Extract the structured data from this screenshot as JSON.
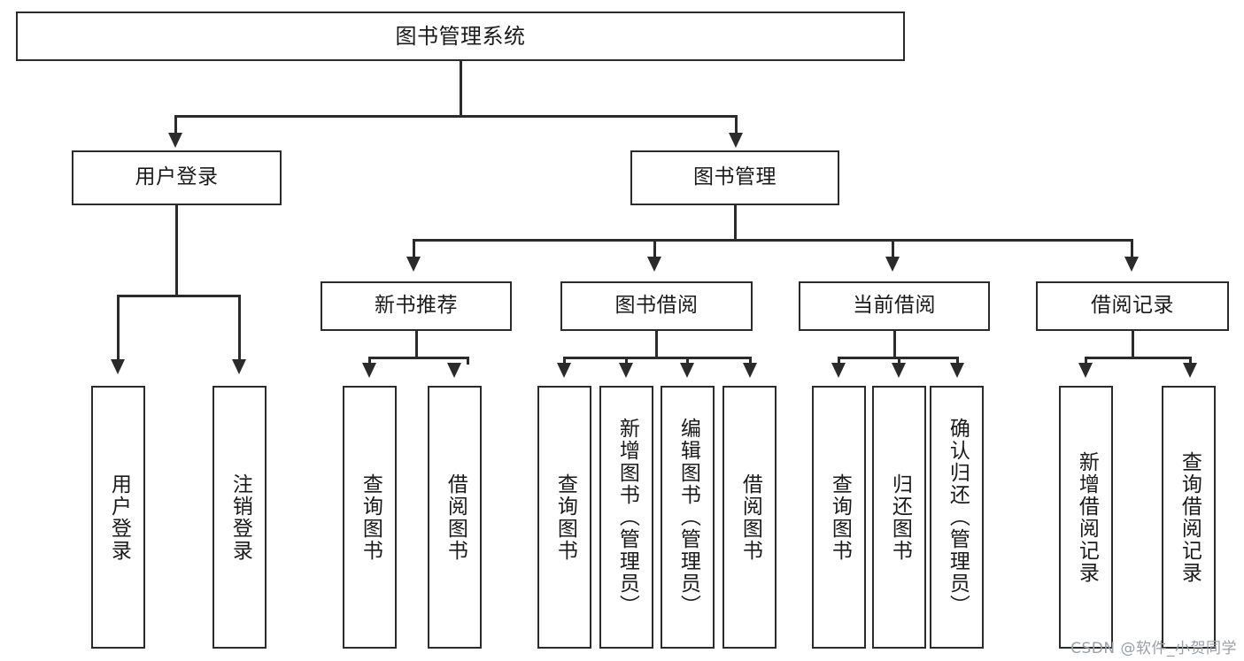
{
  "diagram": {
    "title": "图书管理系统",
    "type": "tree-hierarchy-diagram",
    "root": {
      "label": "图书管理系统"
    },
    "level2": [
      {
        "label": "用户登录"
      },
      {
        "label": "图书管理"
      }
    ],
    "level3": [
      {
        "label": "新书推荐"
      },
      {
        "label": "图书借阅"
      },
      {
        "label": "当前借阅"
      },
      {
        "label": "借阅记录"
      }
    ],
    "leaves": {
      "user_login": [
        {
          "label": "用户登录"
        },
        {
          "label": "注销登录"
        }
      ],
      "new_book_recommend": [
        {
          "label": "查询图书"
        },
        {
          "label": "借阅图书"
        }
      ],
      "book_borrow": [
        {
          "label": "查询图书"
        },
        {
          "label": "新增图书（管理员）"
        },
        {
          "label": "编辑图书（管理员）"
        },
        {
          "label": "借阅图书"
        }
      ],
      "current_borrow": [
        {
          "label": "查询图书"
        },
        {
          "label": "归还图书"
        },
        {
          "label": "确认归还（管理员）"
        }
      ],
      "borrow_record": [
        {
          "label": "新增借阅记录"
        },
        {
          "label": "查询借阅记录"
        }
      ]
    }
  },
  "watermark": {
    "text": "CSDN @软件_小贺同学"
  },
  "colors": {
    "stroke": "#2b2b2b",
    "background": "#ffffff",
    "text": "#1a1a1a",
    "watermark": "#9aa0a6"
  }
}
